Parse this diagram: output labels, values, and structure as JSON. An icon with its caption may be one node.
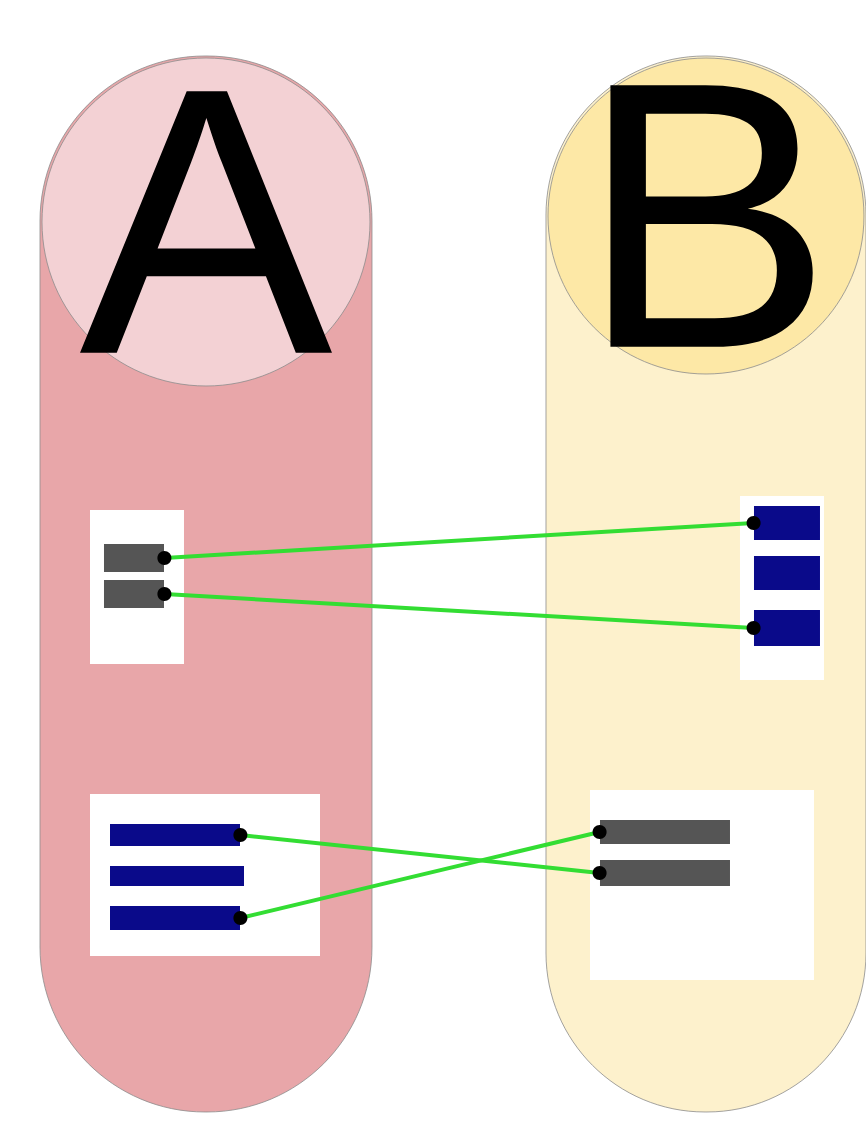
{
  "diagram": {
    "nodes": [
      {
        "text": [
          "A"
        ]
      },
      {
        "text": [],
        "shape": "box",
        "in": 0
      },
      {
        "text": [],
        "shape": "bar",
        "in": 1
      },
      {
        "text": [],
        "shape": "bar",
        "in": 1
      },
      {
        "text": [],
        "shape": "box",
        "in": 0
      },
      {
        "text": [],
        "shape": "bar",
        "in": 4
      },
      {
        "text": [],
        "shape": "bar",
        "in": 4
      },
      {
        "text": [],
        "shape": "bar",
        "in": 4
      },
      {
        "text": [
          "B"
        ]
      },
      {
        "text": [],
        "shape": "box",
        "in": 8
      },
      {
        "text": [],
        "shape": "bar",
        "in": 9
      },
      {
        "text": [],
        "shape": "bar",
        "in": 9
      },
      {
        "text": [],
        "shape": "bar",
        "in": 9
      },
      {
        "text": [],
        "shape": "box",
        "in": 8
      },
      {
        "text": [],
        "shape": "bar",
        "in": 13
      },
      {
        "text": [],
        "shape": "bar",
        "in": 13
      }
    ],
    "edges": [
      {
        "from": 2,
        "to": 10,
        "arrow": "other"
      },
      {
        "from": 3,
        "to": 12,
        "arrow": "other"
      },
      {
        "from": 5,
        "to": 15,
        "arrow": "other"
      },
      {
        "from": 7,
        "to": 14,
        "arrow": "other"
      }
    ]
  }
}
